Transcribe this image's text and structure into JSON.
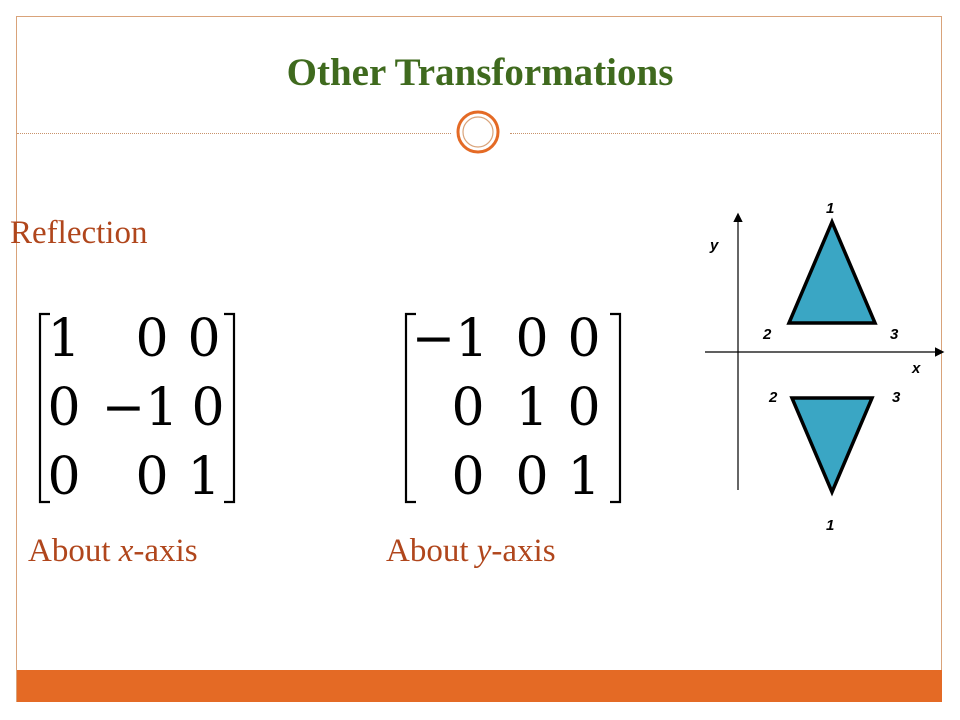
{
  "slide": {
    "title": "Other Transformations",
    "section_label": "Reflection",
    "colors": {
      "title": "#3f6a1e",
      "accent_text": "#b0461c",
      "footer_bar": "#e46a25",
      "triangle_fill": "#3aa6c4"
    }
  },
  "matrix_x": {
    "rows": [
      [
        "1",
        "0",
        "0"
      ],
      [
        "0",
        "−1",
        "0"
      ],
      [
        "0",
        "0",
        "1"
      ]
    ],
    "caption_prefix": "About ",
    "caption_var": "x",
    "caption_suffix": "-axis"
  },
  "matrix_y": {
    "rows": [
      [
        "−1",
        "0",
        "0"
      ],
      [
        "0",
        "1",
        "0"
      ],
      [
        "0",
        "0",
        "1"
      ]
    ],
    "caption_prefix": "About ",
    "caption_var": "y",
    "caption_suffix": "-axis"
  },
  "diagram": {
    "y_axis_label": "y",
    "x_axis_label": "x",
    "upper_triangle": {
      "top_vertex": "1",
      "left_vertex": "2",
      "right_vertex": "3"
    },
    "lower_triangle": {
      "bottom_vertex": "1",
      "left_vertex": "2",
      "right_vertex": "3"
    }
  }
}
